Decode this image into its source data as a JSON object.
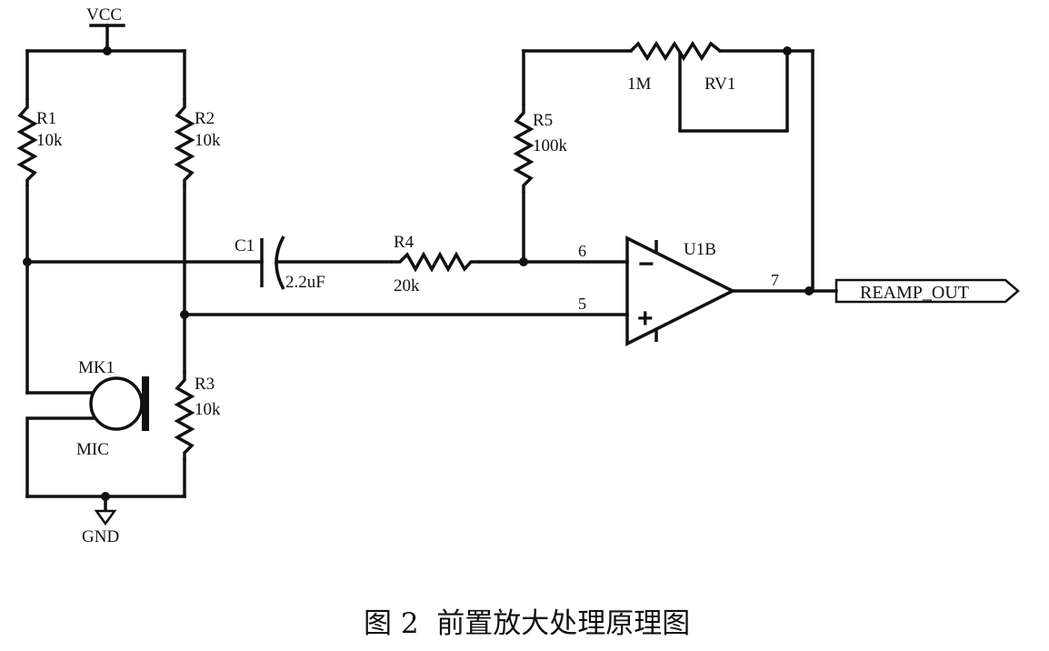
{
  "power": {
    "vcc": "VCC",
    "gnd": "GND"
  },
  "components": {
    "r1": {
      "ref": "R1",
      "value": "10k"
    },
    "r2": {
      "ref": "R2",
      "value": "10k"
    },
    "r3": {
      "ref": "R3",
      "value": "10k"
    },
    "r4": {
      "ref": "R4",
      "value": "20k"
    },
    "r5": {
      "ref": "R5",
      "value": "100k"
    },
    "c1": {
      "ref": "C1",
      "value": "2.2uF"
    },
    "rv1": {
      "ref": "RV1",
      "value": "1M"
    },
    "mic": {
      "ref": "MK1",
      "value": "MIC"
    },
    "opamp": {
      "ref": "U1B",
      "pin_inv": "6",
      "pin_noninv": "5",
      "pin_out": "7",
      "sign_inv": "−",
      "sign_noninv": "+"
    }
  },
  "output_port": {
    "label": "REAMP_OUT"
  },
  "caption": "图 2  前置放大处理原理图"
}
